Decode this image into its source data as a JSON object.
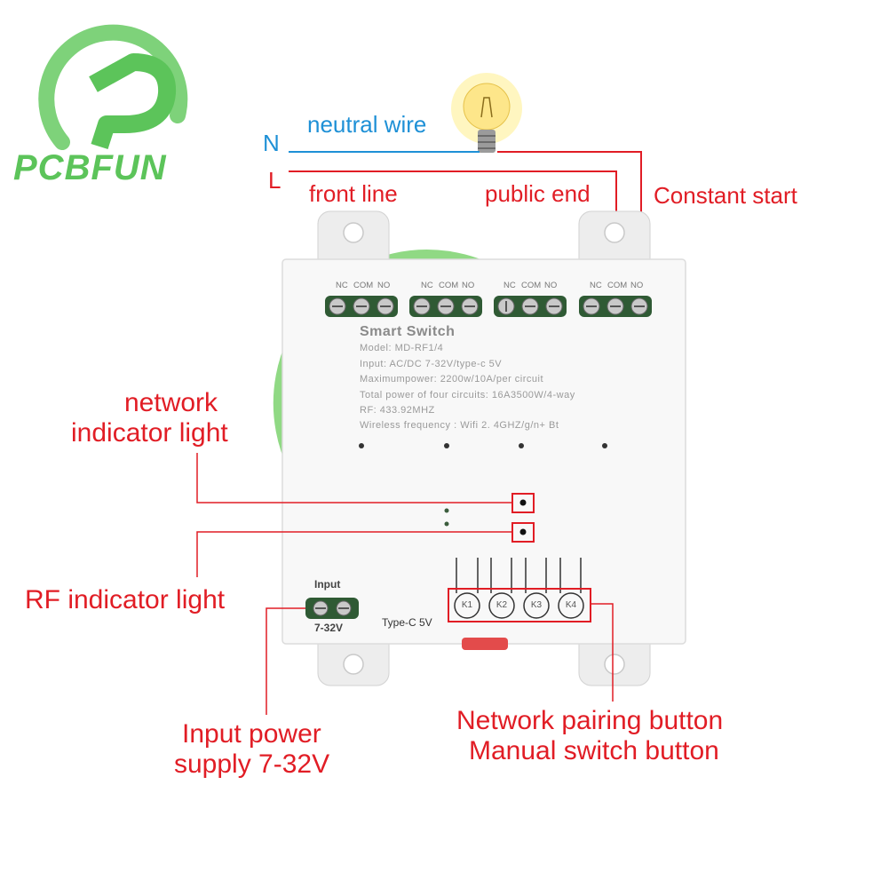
{
  "brand": {
    "logo_text": "PCBFUN",
    "colors": {
      "logo_green": "#5cc45a",
      "label_red": "#e11d25",
      "wire_blue": "#1e90d6"
    }
  },
  "wiring": {
    "n_label": "N",
    "neutral_label": "neutral wire",
    "l_label": "L",
    "front_line_label": "front line",
    "public_end_label": "public end",
    "constant_start_label": "Constant start"
  },
  "device": {
    "title": "Smart Switch",
    "model": "Model: MD-RF1/4",
    "input": "Input:  AC/DC 7-32V/type-c 5V",
    "max_power": "Maximumpower:  2200w/10A/per circuit",
    "total_power": "Total power of four circuits:  16A3500W/4-way",
    "rf": "RF: 433.92MHZ",
    "wireless": "Wireless frequency : Wifi 2. 4GHZ/g/n+ Bt",
    "terminal_groups": [
      {
        "labels": [
          "NC",
          "COM",
          "NO"
        ]
      },
      {
        "labels": [
          "NC",
          "COM",
          "NO"
        ]
      },
      {
        "labels": [
          "NC",
          "COM",
          "NO"
        ]
      },
      {
        "labels": [
          "NC",
          "COM",
          "NO"
        ]
      }
    ],
    "input_label": "Input",
    "input_voltage": "7-32V",
    "typec_label": "Type-C 5V",
    "buttons": [
      "K1",
      "K2",
      "K3",
      "K4"
    ]
  },
  "callouts": {
    "network_indicator": [
      "network",
      "indicator light"
    ],
    "rf_indicator": "RF indicator light",
    "input_power": [
      "Input power",
      "supply 7-32V"
    ],
    "buttons": [
      "Network pairing button",
      "Manual switch button"
    ]
  }
}
